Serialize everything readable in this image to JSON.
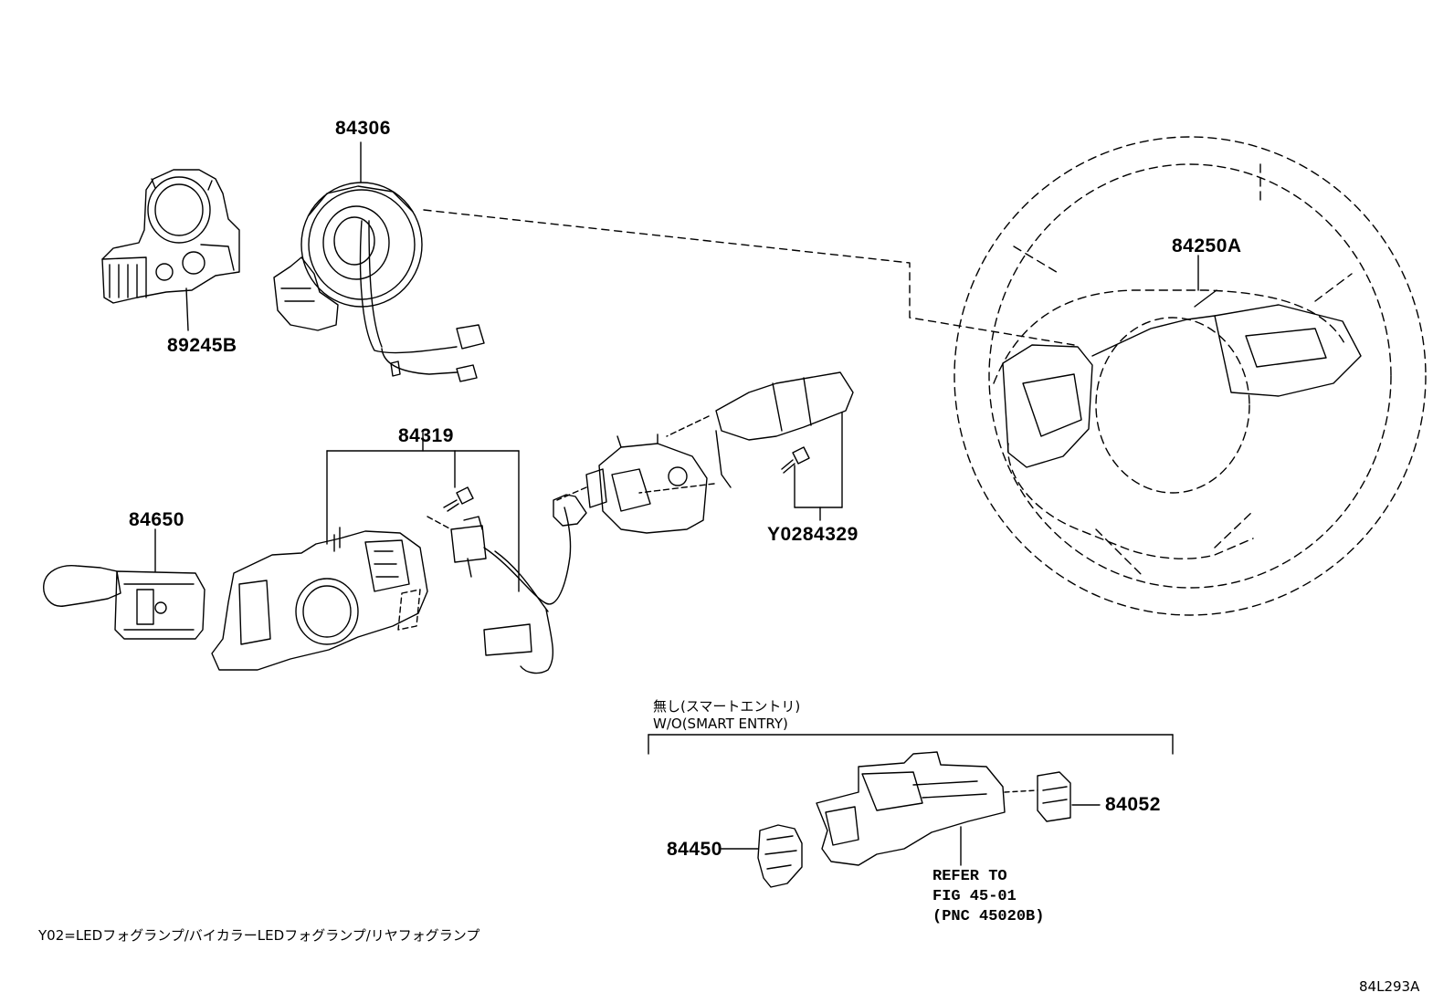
{
  "parts": {
    "p84306": "84306",
    "p89245B": "89245B",
    "p84250A": "84250A",
    "p84319": "84319",
    "p84650": "84650",
    "pY0284329": "Y0284329",
    "p84052": "84052",
    "p84450": "84450"
  },
  "condition": {
    "jp": "無し(スマートエントリ)",
    "en": "W/O(SMART ENTRY)"
  },
  "refer": {
    "line1": "REFER TO",
    "line2": "FIG 45-01",
    "line3": "(PNC 45020B)"
  },
  "footnote": "Y02=LEDフォグランプ/バイカラーLEDフォグランプ/リヤフォグランプ",
  "diagram_code": "84L293A"
}
